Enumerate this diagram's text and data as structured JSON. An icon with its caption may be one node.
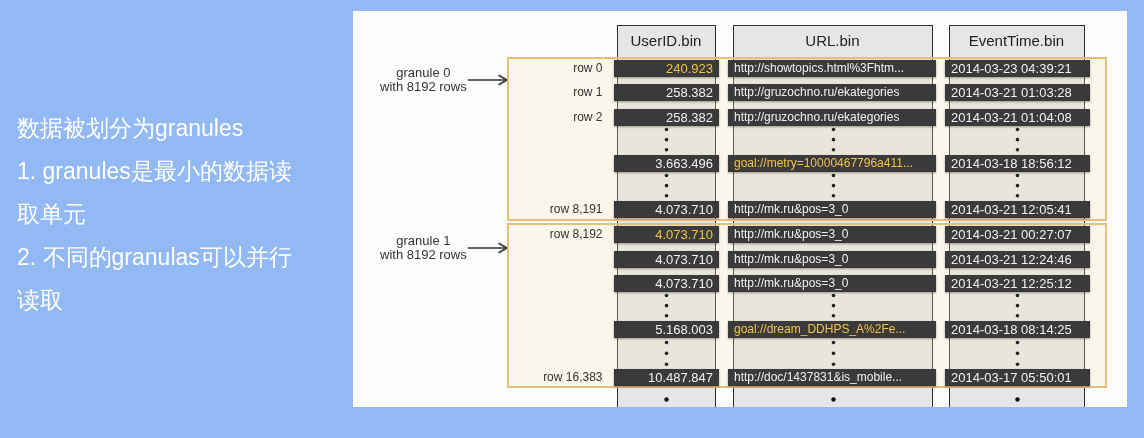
{
  "diagram": {
    "nodes": [
      {
        "text": [
          "UserID.bin"
        ]
      },
      {
        "text": [
          "URL.bin"
        ]
      },
      {
        "text": [
          "EventTime.bin"
        ]
      },
      {
        "text": [
          "granule 0 with 8192 rows"
        ]
      },
      {
        "text": [
          "row 0",
          "row 1",
          "row 2",
          "row 8,191"
        ]
      },
      {
        "text": [
          "240.923"
        ]
      },
      {
        "text": [
          "http://showtopics.html%3Fhtm..."
        ]
      },
      {
        "text": [
          "2014-03-23 04:39:21"
        ]
      },
      {
        "text": [
          "258.382"
        ]
      },
      {
        "text": [
          "http://gruzochno.ru/ekategories"
        ]
      },
      {
        "text": [
          "2014-03-21 01:03:28"
        ]
      },
      {
        "text": [
          "258.382"
        ]
      },
      {
        "text": [
          "http://gruzochno.ru/ekategories"
        ]
      },
      {
        "text": [
          "2014-03-21 01:04:08"
        ]
      },
      {
        "text": [
          "3.663.496"
        ]
      },
      {
        "text": [
          "goal://metry=10000467796a411..."
        ]
      },
      {
        "text": [
          "2014-03-18 18:56:12"
        ]
      },
      {
        "text": [
          "4.073.710"
        ]
      },
      {
        "text": [
          "http://mk.ru&pos=3_0"
        ]
      },
      {
        "text": [
          "2014-03-21 12:05:41"
        ]
      },
      {
        "text": [
          "granule 1 with 8192 rows"
        ]
      },
      {
        "text": [
          "row 8,192",
          "row 16,383"
        ]
      },
      {
        "text": [
          "4.073.710"
        ]
      },
      {
        "text": [
          "http://mk.ru&pos=3_0"
        ]
      },
      {
        "text": [
          "2014-03-21 00:27:07"
        ]
      },
      {
        "text": [
          "4.073.710"
        ]
      },
      {
        "text": [
          "http://mk.ru&pos=3_0"
        ]
      },
      {
        "text": [
          "2014-03-21 12:24:46"
        ]
      },
      {
        "text": [
          "4.073.710"
        ]
      },
      {
        "text": [
          "http://mk.ru&pos=3_0"
        ]
      },
      {
        "text": [
          "2014-03-21 12:25:12"
        ]
      },
      {
        "text": [
          "5.168.003"
        ]
      },
      {
        "text": [
          "goal://dream_DDHPS_A%2Fe..."
        ]
      },
      {
        "text": [
          "2014-03-18 08:14:25"
        ]
      },
      {
        "text": [
          "10.487.847"
        ]
      },
      {
        "text": [
          "http://doc/1437831&is_mobile..."
        ]
      },
      {
        "text": [
          "2014-03-17 05:50:01"
        ]
      }
    ],
    "edges": [
      {
        "from": 3,
        "to": 4,
        "arrow": "to"
      },
      {
        "from": 20,
        "to": 21,
        "arrow": "to"
      }
    ],
    "labels": [
      "数据被划分为granules",
      "1. granules是最小的数据读取单元",
      "2. 不同的granulas可以并行读取"
    ]
  }
}
